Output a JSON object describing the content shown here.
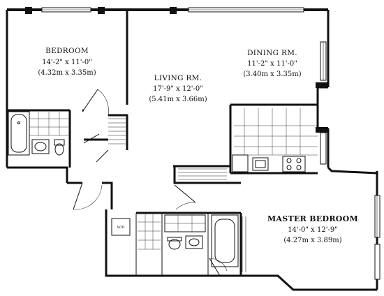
{
  "rooms": {
    "bedroom": {
      "name": "BEDROOM",
      "dim_imperial": "14'-2\" x 11'-0\"",
      "dim_metric": "(4.32m x 3.35m)"
    },
    "living": {
      "name": "LIVING RM.",
      "dim_imperial": "17'-9\" x 12'-0\"",
      "dim_metric": "(5.41m x 3.66m)"
    },
    "dining": {
      "name": "DINING RM.",
      "dim_imperial": "11'-2\" x 11'-0\"",
      "dim_metric": "(3.40m x 3.35m)"
    },
    "master": {
      "name": "MASTER BEDROOM",
      "dim_imperial": "14'-0\" x 12'-9\"",
      "dim_metric": "(4.27m x 3.89m)"
    }
  },
  "fixtures": {
    "wd_label": "W/D"
  }
}
